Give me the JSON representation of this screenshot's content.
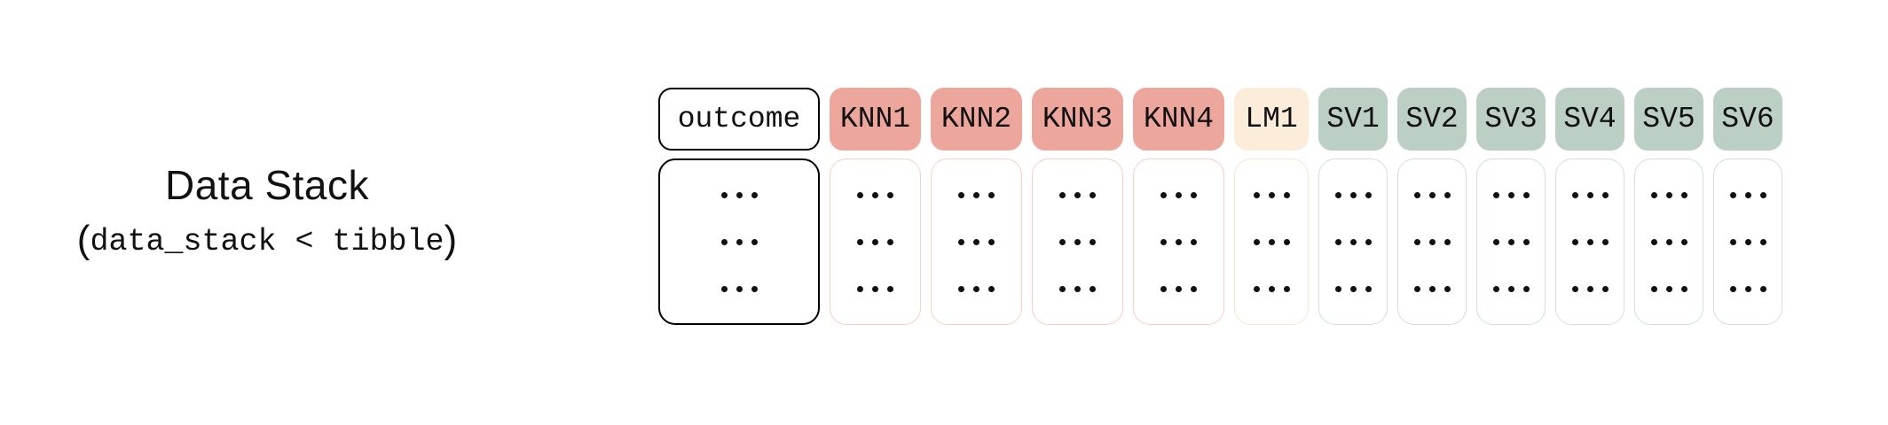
{
  "diagram": {
    "caption": {
      "title": "Data Stack",
      "subtitle_open_paren": "(",
      "subtitle_code": "data_stack < tibble",
      "subtitle_close_paren": ")"
    },
    "columns": [
      {
        "id": "outcome",
        "label": "outcome",
        "kind": "outcome"
      },
      {
        "id": "knn1",
        "label": "KNN1",
        "kind": "knn"
      },
      {
        "id": "knn2",
        "label": "KNN2",
        "kind": "knn"
      },
      {
        "id": "knn3",
        "label": "KNN3",
        "kind": "knn"
      },
      {
        "id": "knn4",
        "label": "KNN4",
        "kind": "knn"
      },
      {
        "id": "lm1",
        "label": "LM1",
        "kind": "lm"
      },
      {
        "id": "sv1",
        "label": "SV1",
        "kind": "sv"
      },
      {
        "id": "sv2",
        "label": "SV2",
        "kind": "sv"
      },
      {
        "id": "sv3",
        "label": "SV3",
        "kind": "sv"
      },
      {
        "id": "sv4",
        "label": "SV4",
        "kind": "sv"
      },
      {
        "id": "sv5",
        "label": "SV5",
        "kind": "sv"
      },
      {
        "id": "sv6",
        "label": "SV6",
        "kind": "sv"
      }
    ],
    "body_placeholder": {
      "rows_per_column": 3,
      "dots_per_row": 3,
      "glyph": "..."
    },
    "colors": {
      "background": "#ffffff",
      "text": "#111111",
      "outcome_border": "#000000",
      "knn_fill": "#eda69c",
      "knn_body_border": "#f6cec7",
      "lm_fill": "#fcecda",
      "lm_body_border": "#f8e5cd",
      "sv_fill": "#bccfc5",
      "sv_body_border": "#d1dfd8"
    }
  }
}
